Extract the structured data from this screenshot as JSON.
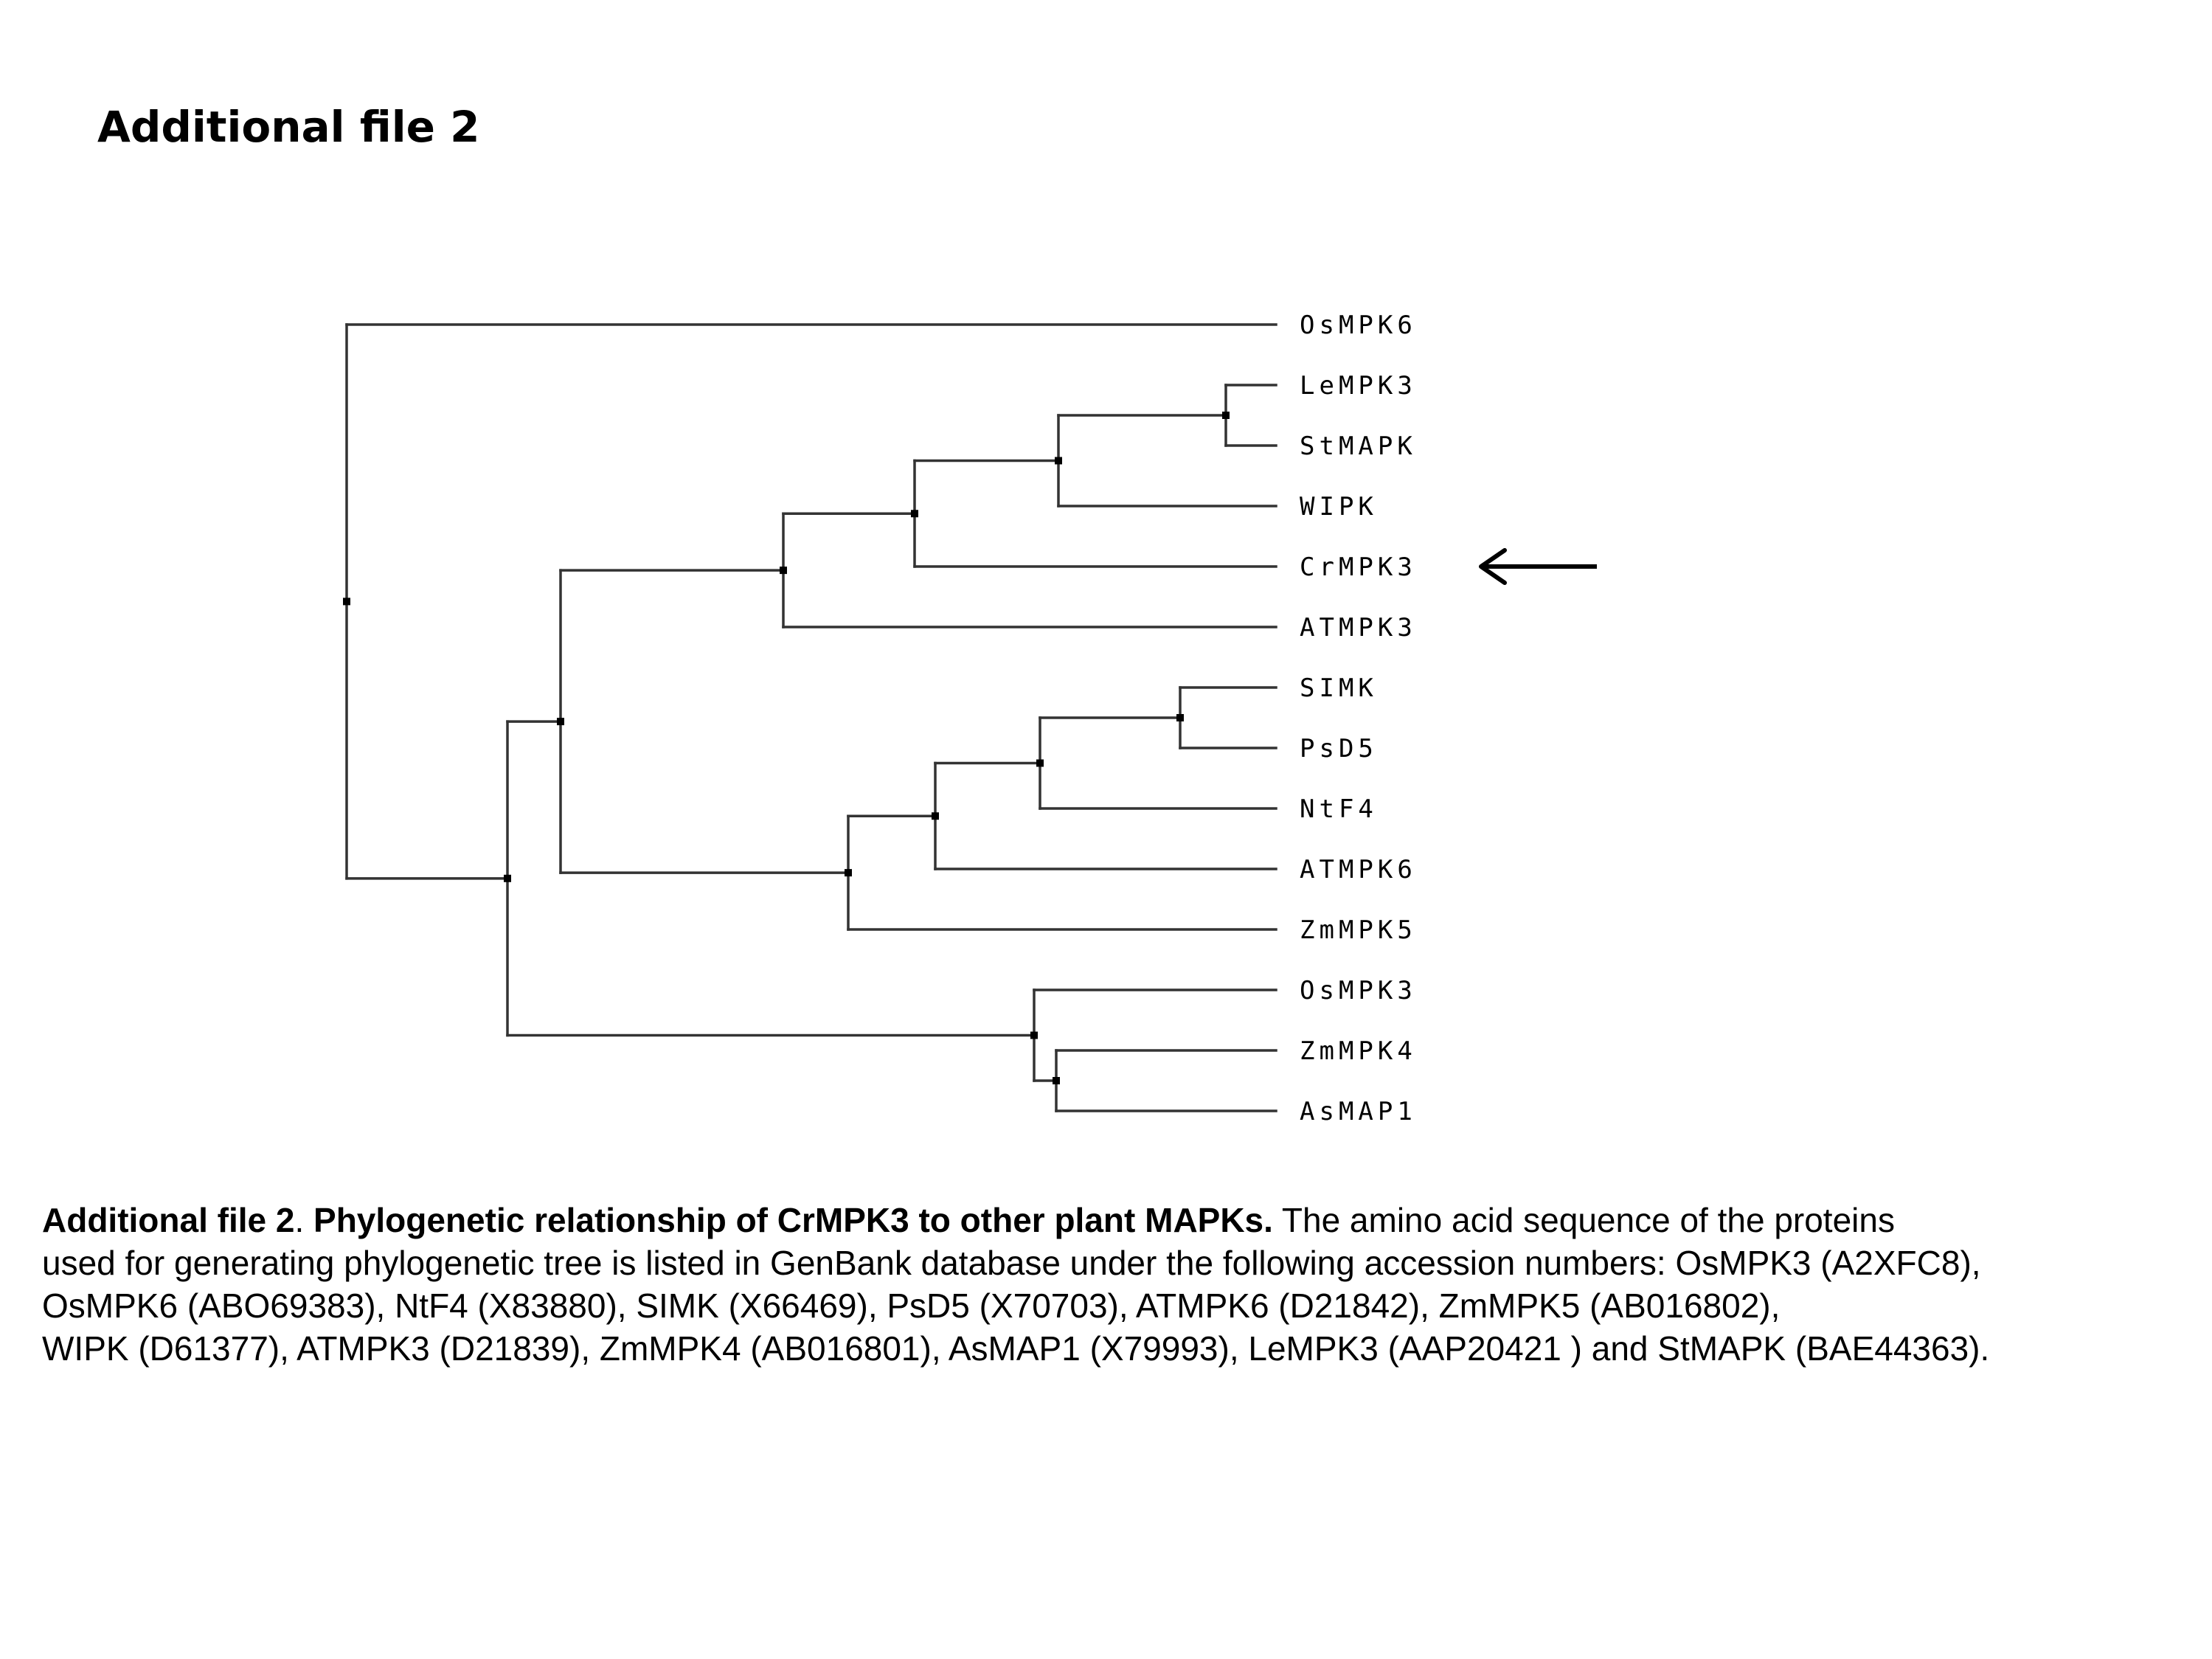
{
  "heading": "Additional file 2",
  "tree": {
    "leaves": [
      "OsMPK6",
      "LeMPK3",
      "StMAPK",
      "WIPK",
      "CrMPK3",
      "ATMPK3",
      "SIMK",
      "PsD5",
      "NtF4",
      "ATMPK6",
      "ZmMPK5",
      "OsMPK3",
      "ZmMPK4",
      "AsMAP1"
    ],
    "highlighted_leaf": "CrMPK3",
    "line_color": "#333333",
    "arrow_color": "#000000"
  },
  "caption": {
    "label": "Additional file 2",
    "separator": ". ",
    "title": "Phylogenetic relationship of CrMPK3 to other plant MAPKs.",
    "lines": [
      " The amino acid sequence of the proteins",
      "used for generating phylogenetic tree is listed in GenBank database under the following accession numbers: OsMPK3 (A2XFC8),",
      "OsMPK6 (ABO69383), NtF4 (X83880), SIMK (X66469), PsD5 (X70703), ATMPK6 (D21842), ZmMPK5 (AB016802),",
      "WIPK (D61377), ATMPK3 (D21839), ZmMPK4 (AB016801), AsMAP1 (X79993), LeMPK3 (AAP20421 ) and StMAPK (BAE44363)."
    ]
  }
}
